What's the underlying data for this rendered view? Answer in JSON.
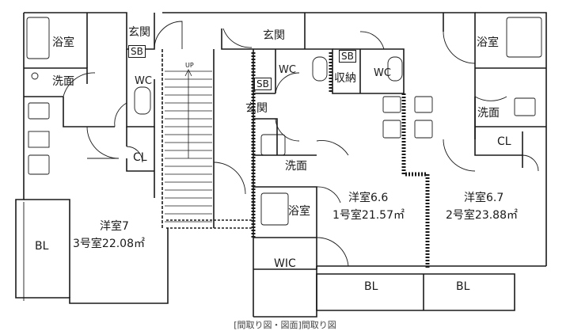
{
  "rooms": {
    "bath_left": "浴室",
    "wash_left": "洗面",
    "entrance_left": "玄関",
    "sb_left": "SB",
    "wc_left": "WC",
    "cl_left": "CL",
    "room3_name": "洋室7",
    "room3_area": "3号室22.08㎡",
    "bl_left": "BL",
    "entrance_top": "玄関",
    "wc_mid": "WC",
    "sb_mid": "SB",
    "entrance_mid": "玄関",
    "sb_center": "SB",
    "storage": "収納",
    "wc_center": "WC",
    "wash_mid": "洗面",
    "bath_mid": "浴室",
    "wic": "WIC",
    "room1_name": "洋室6.6",
    "room1_area": "1号室21.57㎡",
    "bl_center": "BL",
    "bath_right": "浴室",
    "wash_right": "洗面",
    "cl_right": "CL",
    "room2_name": "洋室6.7",
    "room2_area": "2号室23.88㎡",
    "bl_right": "BL",
    "stairs_up": "UP"
  },
  "caption": "[間取り図・図面]間取り図"
}
